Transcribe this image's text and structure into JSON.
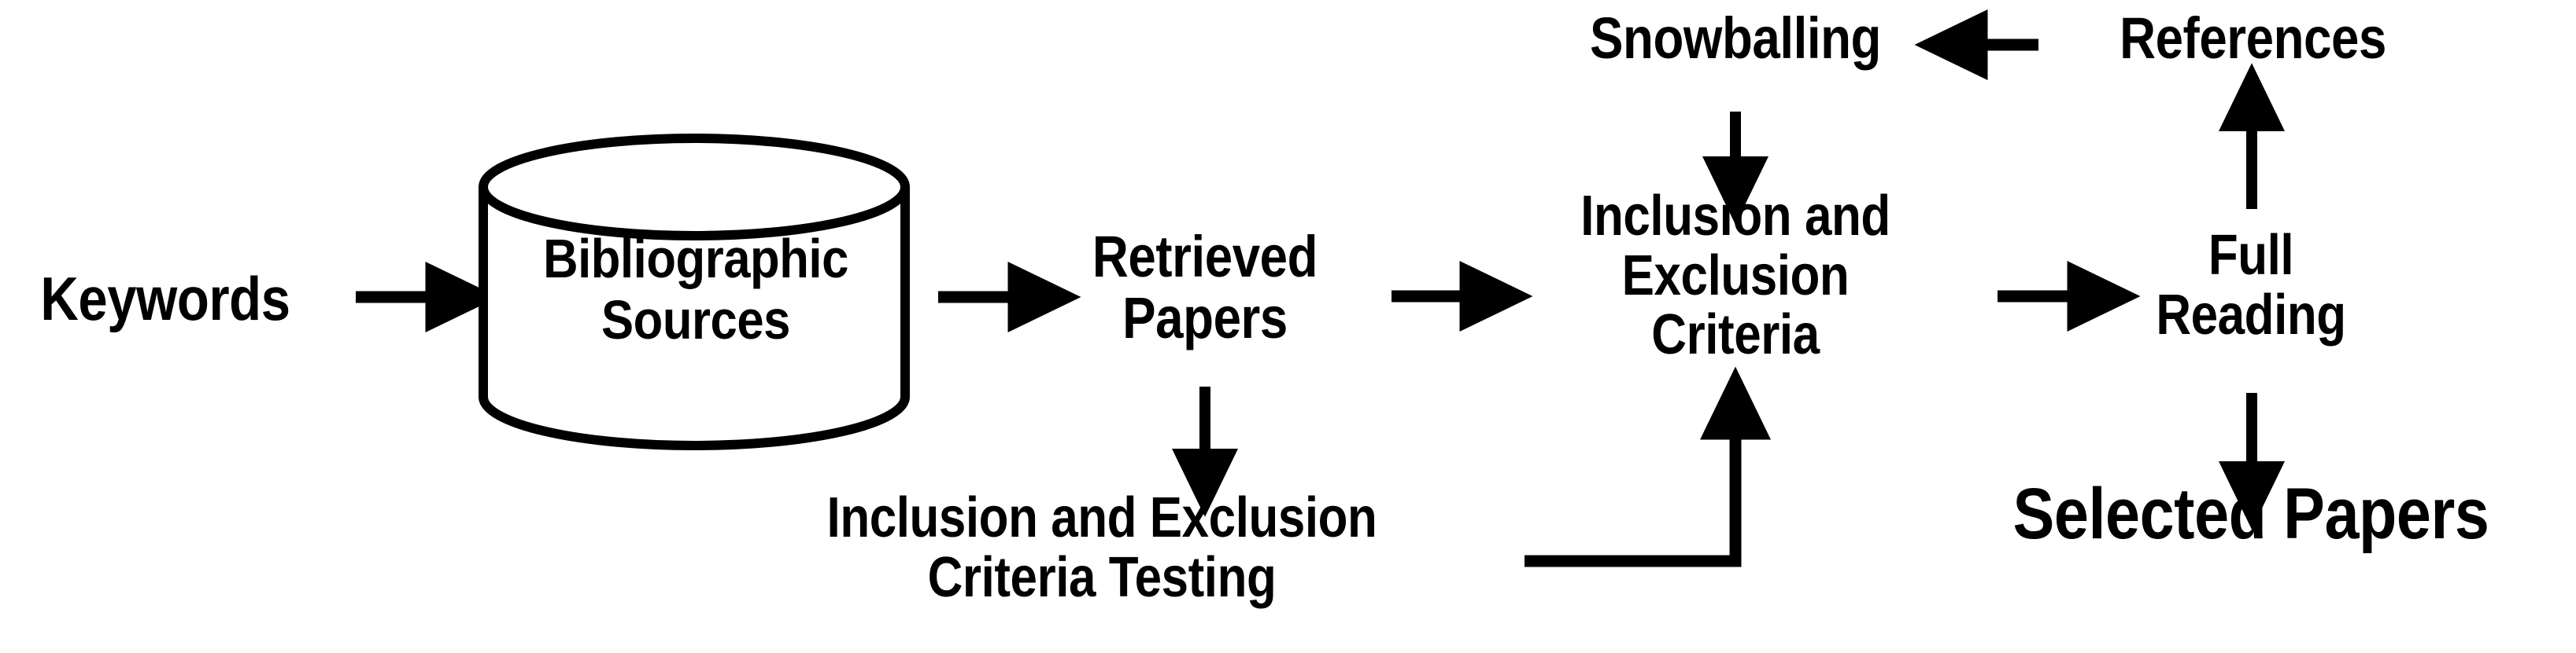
{
  "diagram": {
    "title": "Systematic literature review process flowchart",
    "background_color": "#ffffff",
    "stroke_color": "#000000",
    "nodes": {
      "keywords": {
        "label": "Keywords"
      },
      "bibliographic_sources": {
        "label": "Bibliographic\nSources",
        "shape": "cylinder"
      },
      "retrieved_papers": {
        "label": "Retrieved\nPapers"
      },
      "criteria_testing": {
        "label": "Inclusion and Exclusion\nCriteria Testing"
      },
      "inclusion_exclusion_criteria": {
        "label": "Inclusion and\nExclusion\nCriteria"
      },
      "snowballing": {
        "label": "Snowballing"
      },
      "references": {
        "label": "References"
      },
      "full_reading": {
        "label": "Full\nReading"
      },
      "selected_papers": {
        "label": "Selected Papers"
      }
    },
    "edges": [
      {
        "name": "keywords-to-sources",
        "from": "keywords",
        "to": "bibliographic_sources",
        "direction": "right"
      },
      {
        "name": "sources-to-retrieved",
        "from": "bibliographic_sources",
        "to": "retrieved_papers",
        "direction": "right"
      },
      {
        "name": "retrieved-to-testing",
        "from": "retrieved_papers",
        "to": "criteria_testing",
        "direction": "down"
      },
      {
        "name": "retrieved-to-criteria",
        "from": "retrieved_papers",
        "to": "inclusion_exclusion_criteria",
        "direction": "right"
      },
      {
        "name": "testing-to-criteria",
        "from": "criteria_testing",
        "to": "inclusion_exclusion_criteria",
        "direction": "elbow-up"
      },
      {
        "name": "snowballing-to-criteria",
        "from": "snowballing",
        "to": "inclusion_exclusion_criteria",
        "direction": "down"
      },
      {
        "name": "references-to-snowballing",
        "from": "references",
        "to": "snowballing",
        "direction": "left"
      },
      {
        "name": "criteria-to-full-reading",
        "from": "inclusion_exclusion_criteria",
        "to": "full_reading",
        "direction": "right"
      },
      {
        "name": "full-reading-to-references",
        "from": "full_reading",
        "to": "references",
        "direction": "up"
      },
      {
        "name": "full-reading-to-selected",
        "from": "full_reading",
        "to": "selected_papers",
        "direction": "down"
      }
    ]
  }
}
